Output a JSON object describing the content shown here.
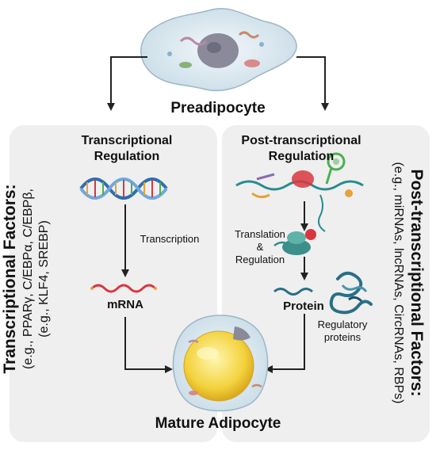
{
  "top_cell": {
    "label": "Preadipocyte"
  },
  "left_branch": {
    "title_line1": "Transcriptional",
    "title_line2": "Regulation",
    "step_label": "Transcription",
    "product": "mRNA",
    "side_title": "Transcriptional Factors:",
    "side_line2": "(e.g., PPARγ, C/EBPα, C/EBPβ,",
    "side_line3": "(e.g., KLF4, SREBP)"
  },
  "right_branch": {
    "title_line1": "Post-transcriptional",
    "title_line2": "Regulation",
    "step_line1": "Translation",
    "step_line2": "&",
    "step_line3": "Regulation",
    "product": "Protein",
    "product_note_line1": "Regulatory",
    "product_note_line2": "proteins",
    "side_title": "Post-transcriptional Factors:",
    "side_line2": "(e.g., miRNAs, lncRNAs, CircRNAs, RBPs)"
  },
  "bottom_cell": {
    "label": "Mature Adipocyte"
  },
  "colors": {
    "panel": "#efefef",
    "arrow": "#222222",
    "dna_blue": "#2f6db0",
    "rna_teal": "#2a8b8f",
    "nucleus": "#8a8a9a",
    "lipid": "#f3d23c",
    "membrane": "#c7dbe6",
    "protein": "#2a6f86",
    "ribosome_red": "#d9363e"
  },
  "icons": {
    "preadipocyte": "preadipocyte-cell-icon",
    "dna": "dna-helix-icon",
    "mrna": "mrna-strand-icon",
    "rna_complex": "rna-complex-icon",
    "ribosome": "ribosome-icon",
    "protein_chain": "protein-chain-icon",
    "folded_protein": "folded-protein-icon",
    "adipocyte": "mature-adipocyte-cell-icon"
  }
}
